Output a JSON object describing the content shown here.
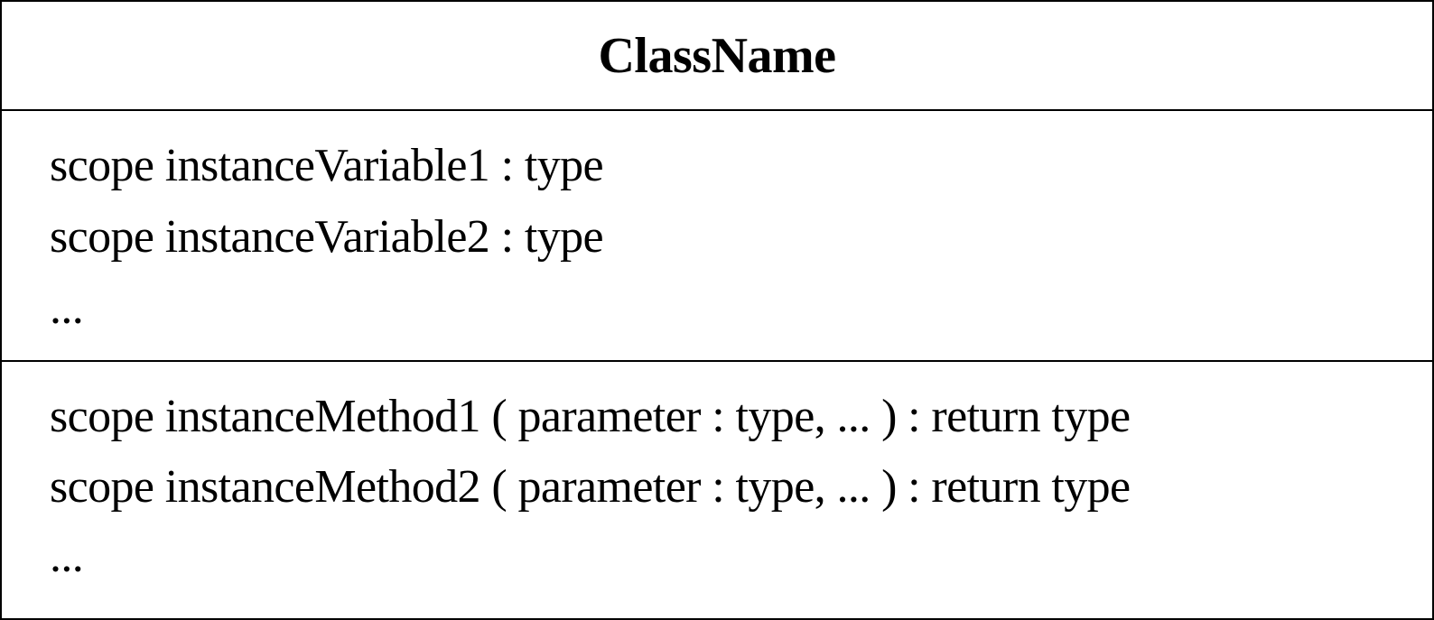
{
  "class_box": {
    "name": "ClassName",
    "attributes": [
      "scope instanceVariable1 : type",
      "scope instanceVariable2 : type",
      "..."
    ],
    "methods": [
      "scope instanceMethod1 ( parameter : type, ... ) : return type",
      "scope instanceMethod2 ( parameter : type, ... ) : return type",
      "..."
    ]
  },
  "colors": {
    "border": "#000000",
    "background": "#ffffff",
    "text": "#000000"
  }
}
